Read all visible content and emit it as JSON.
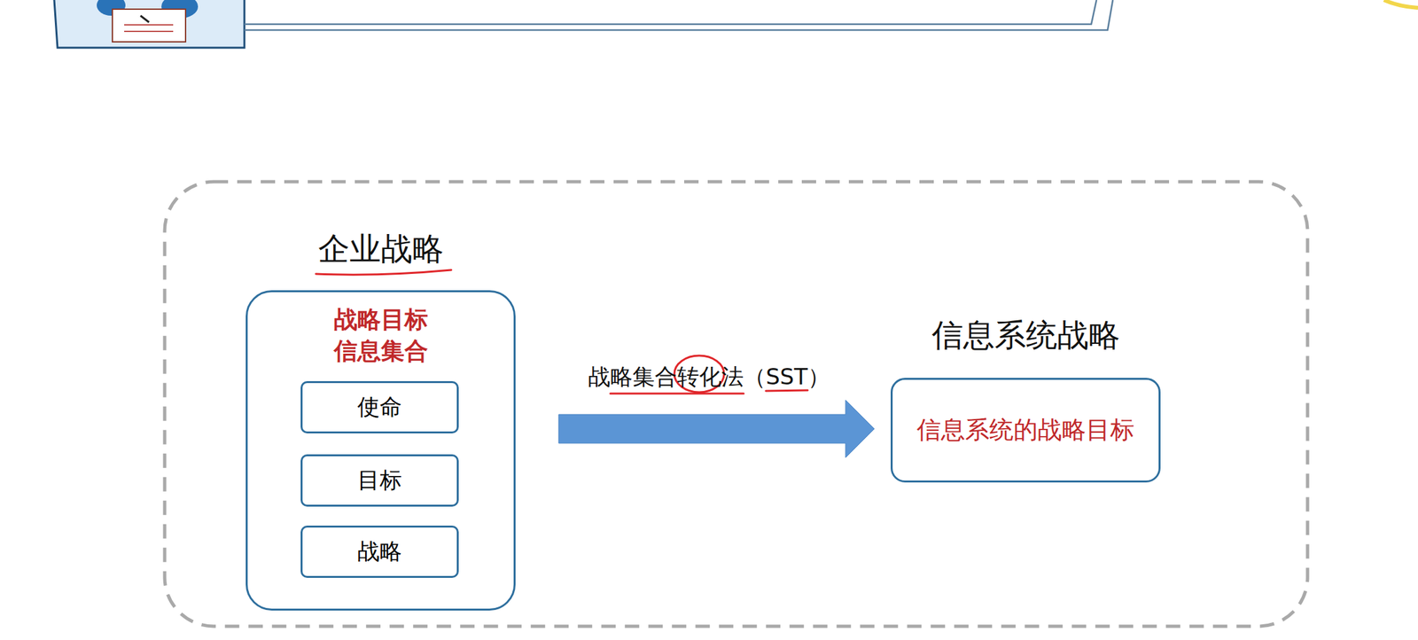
{
  "diagram": {
    "nodes": [
      {
        "text": [
          "企业战略",
          "战略目标 信息集合"
        ]
      },
      {
        "text": [
          "使命"
        ],
        "in": 0
      },
      {
        "text": [
          "目标"
        ],
        "in": 0
      },
      {
        "text": [
          "战略"
        ],
        "in": 0
      },
      {
        "text": [
          "信息系统战略",
          "信息系统的战略目标"
        ]
      }
    ],
    "edges": [
      {
        "from": 0,
        "to": 4,
        "arrow": "to",
        "label": "战略集合转化法（SST）"
      }
    ]
  }
}
